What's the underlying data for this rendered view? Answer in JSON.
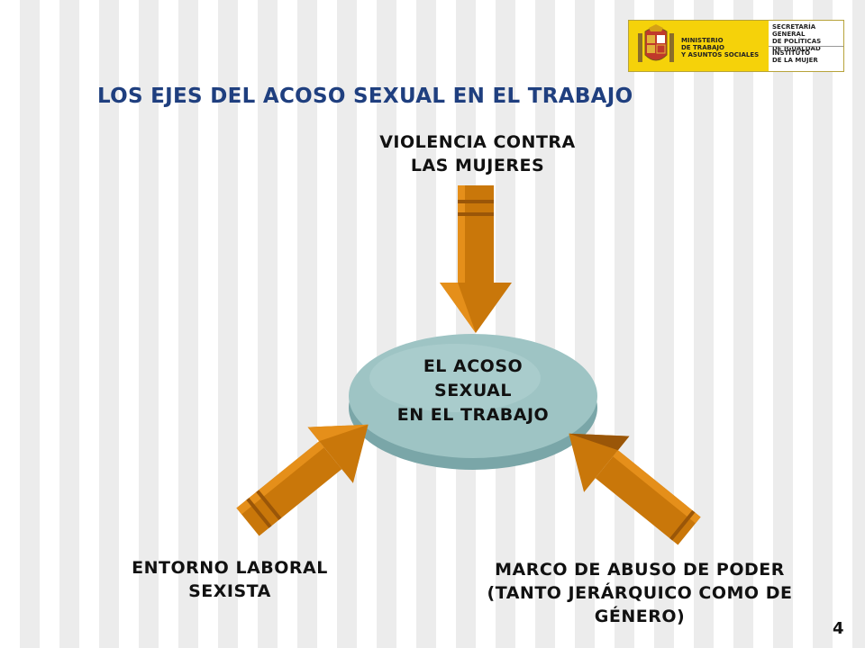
{
  "header": {
    "title": "LOS EJES DEL ACOSO SEXUAL EN EL TRABAJO"
  },
  "logo": {
    "ministry": "MINISTERIO\nDE TRABAJO\nY ASUNTOS SOCIALES",
    "secretariat": "SECRETARÍA GENERAL\nDE POLÍTICAS\nDE IGUALDAD",
    "institute": "INSTITUTO\nDE LA MUJER"
  },
  "diagram": {
    "center": "EL ACOSO\nSEXUAL\nEN EL TRABAJO",
    "top": "VIOLENCIA CONTRA\nLAS MUJERES",
    "bottom_left": "ENTORNO LABORAL\nSEXISTA",
    "bottom_right": "MARCO DE ABUSO DE PODER\n(TANTO JERÁRQUICO COMO DE\nGÉNERO)",
    "colors": {
      "arrow": "#c9770a",
      "arrow_light": "#e58f1a",
      "arrow_dark": "#9a5608",
      "ellipse": "#9ec4c4",
      "ellipse_rim": "#7aa6a8",
      "title": "#1f3f7f"
    }
  },
  "footer": {
    "page_number": "4"
  }
}
